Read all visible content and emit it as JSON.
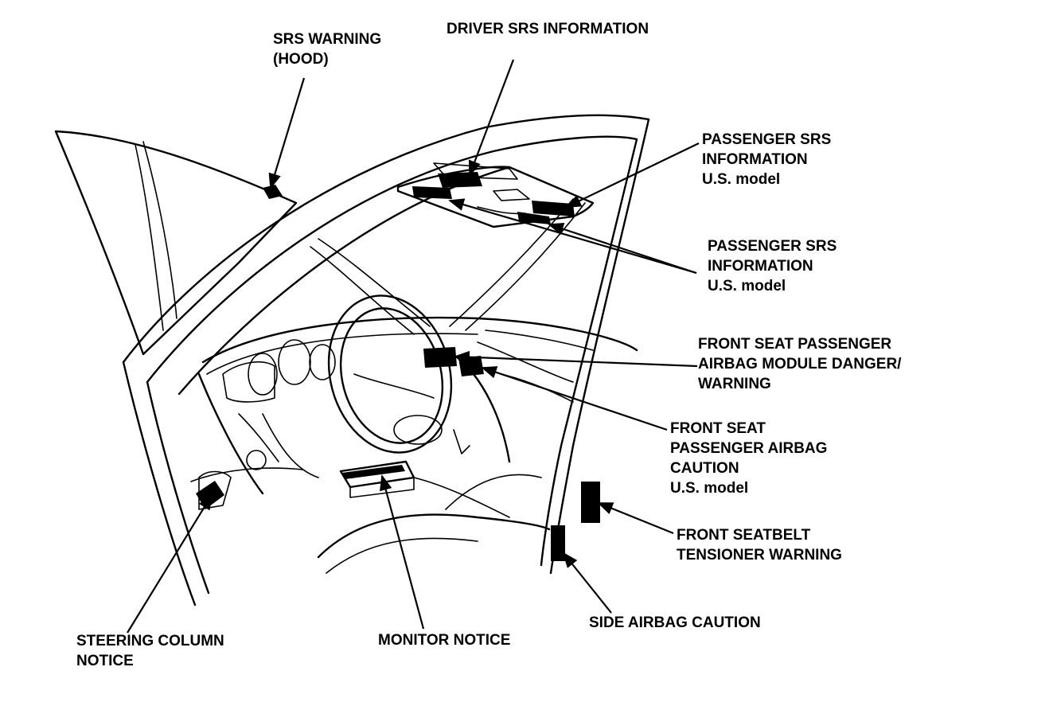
{
  "labels": {
    "srs_warning_hood": [
      "SRS WARNING",
      "(HOOD)"
    ],
    "driver_srs_info": [
      "DRIVER SRS INFORMATION"
    ],
    "passenger_srs_info_1": [
      "PASSENGER SRS",
      "INFORMATION",
      "U.S. model"
    ],
    "passenger_srs_info_2": [
      "PASSENGER SRS",
      "INFORMATION",
      "U.S. model"
    ],
    "front_seat_passenger_airbag_danger": [
      "FRONT SEAT PASSENGER",
      "AIRBAG MODULE DANGER/",
      "WARNING"
    ],
    "front_seat_passenger_airbag_caution": [
      "FRONT SEAT",
      "PASSENGER AIRBAG",
      "CAUTION",
      "U.S. model"
    ],
    "front_seatbelt_tensioner": [
      "FRONT SEATBELT",
      "TENSIONER WARNING"
    ],
    "side_airbag_caution": [
      "SIDE AIRBAG CAUTION"
    ],
    "monitor_notice": [
      "MONITOR NOTICE"
    ],
    "steering_column_notice": [
      "STEERING COLUMN",
      "NOTICE"
    ]
  }
}
